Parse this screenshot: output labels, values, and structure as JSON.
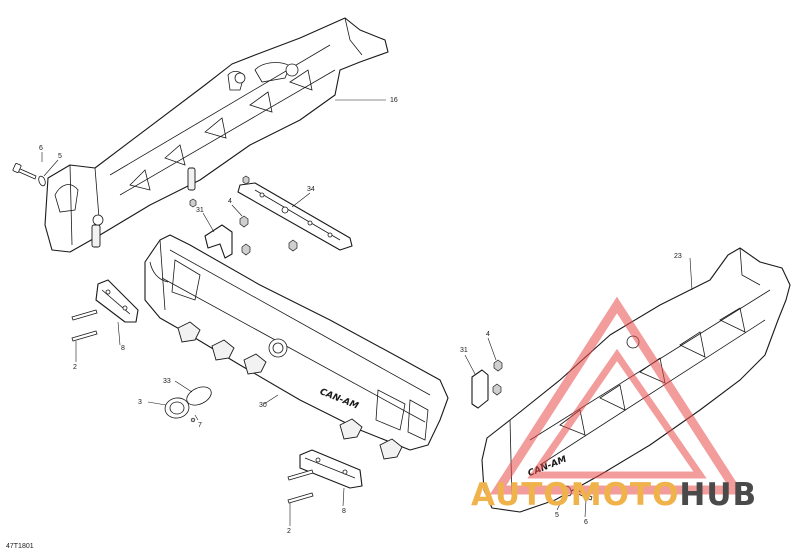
{
  "diagram": {
    "ref_code": "47T1801",
    "part_logo": "CAN-AM",
    "callouts": {
      "c16": "16",
      "c6a": "6",
      "c5a": "5",
      "c34": "34",
      "c31a": "31",
      "c4a": "4",
      "c23": "23",
      "c8a": "8",
      "c2a": "2",
      "c4b": "4",
      "c31b": "31",
      "c33": "33",
      "c3": "3",
      "c7": "7",
      "c30": "30",
      "c8b": "8",
      "c2b": "2",
      "c5b": "5",
      "c6b": "6"
    }
  },
  "watermark": {
    "part1": "AUTO",
    "part2": "MOTO",
    "part3": "HUB",
    "colors": {
      "part1": "#f0b24a",
      "part2": "#f0b24a",
      "part3": "#4a4a4a",
      "triangle": "#e84a4a"
    }
  }
}
